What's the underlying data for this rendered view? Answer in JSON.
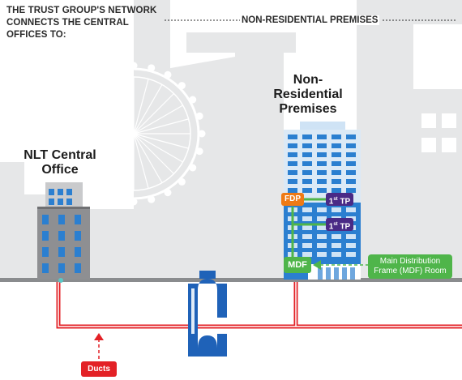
{
  "header": {
    "left_text": "THE TRUST GROUP'S NETWORK CONNECTS THE CENTRAL OFFICES TO:",
    "right_text": "NON-RESIDENTIAL PREMISES"
  },
  "labels": {
    "nlt_title": "NLT Central Office",
    "premises_title": "Non-Residential Premises",
    "fdp": "FDP",
    "tp_1": "1st TP",
    "tp_2": "1st TP",
    "mdf": "MDF",
    "mdf_room": "Main Distribution Frame (MDF) Room",
    "ducts": "Ducts"
  },
  "colors": {
    "duct_red": "#e32126",
    "fiber_green": "#4fb54a",
    "tp_purple": "#4a2a86",
    "fdp_orange": "#ef7a14",
    "building_blue": "#2b7fd0",
    "skyline_gray": "#e6e7e8",
    "ground_gray": "#8a8c8e"
  }
}
